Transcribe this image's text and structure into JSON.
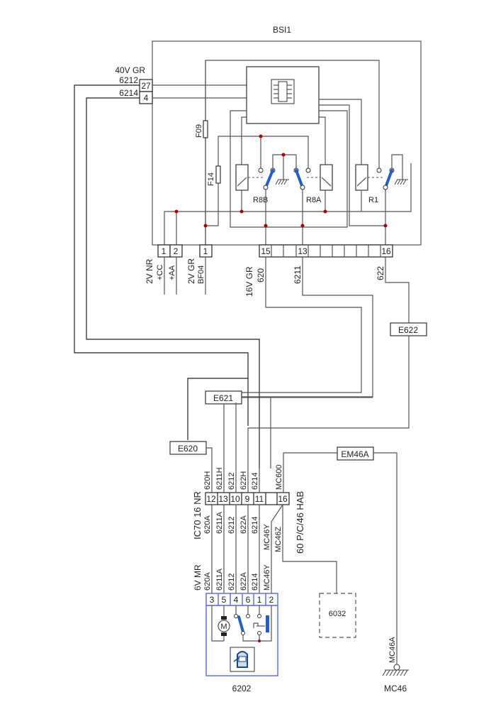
{
  "diagram": {
    "bsi": {
      "name": "BSI1",
      "input_connector": {
        "label": "40V GR",
        "pins": [
          {
            "pin": "27",
            "wire": "6212"
          },
          {
            "pin": "4",
            "wire": "6214"
          }
        ]
      },
      "fuses": [
        "F09",
        "F14"
      ],
      "relays": [
        "R8B",
        "R8A",
        "R1"
      ],
      "bottom_connectors": {
        "c1": {
          "label": "2V NR",
          "pins": [
            "1",
            "2"
          ],
          "wires": [
            "+CC",
            "+AA"
          ]
        },
        "c2": {
          "label": "2V GR",
          "pins": [
            "1"
          ],
          "wires": [
            "BF04"
          ]
        },
        "c3": {
          "label": "16V GR",
          "pins": [
            "15",
            "13",
            "16"
          ],
          "wires": [
            "620",
            "6211",
            "622"
          ]
        }
      }
    },
    "splices": {
      "e622": "E622",
      "e621": "E621",
      "e620": "E620",
      "em46a": "EM46A"
    },
    "ic70": {
      "label": "IC70 16 NR",
      "pins": [
        "12",
        "13",
        "10",
        "9",
        "11",
        "",
        "16"
      ],
      "wires_top": [
        "620H",
        "6211H",
        "6212",
        "622H",
        "6214",
        "MC600"
      ],
      "wires_bottom": [
        "620A",
        "6211A",
        "6212",
        "622A",
        "6214",
        "MC46Y",
        "MC46Z"
      ],
      "side_label": "60 P/C/46 HAB"
    },
    "module_6202": {
      "name": "6202",
      "connector_label": "6V MR",
      "pins": [
        "3",
        "5",
        "4",
        "6",
        "1",
        "2"
      ],
      "wires": [
        "620A",
        "6211A",
        "6212",
        "622A",
        "6214",
        "MC46Y"
      ],
      "motor_symbol": "M"
    },
    "component_6032": {
      "name": "6032"
    },
    "ground": {
      "wire": "MC46A",
      "name": "MC46"
    },
    "colors": {
      "wire": "#555555",
      "junction": "#b00000",
      "switch": "#1f5fd0",
      "module_border": "#5566ee"
    }
  }
}
